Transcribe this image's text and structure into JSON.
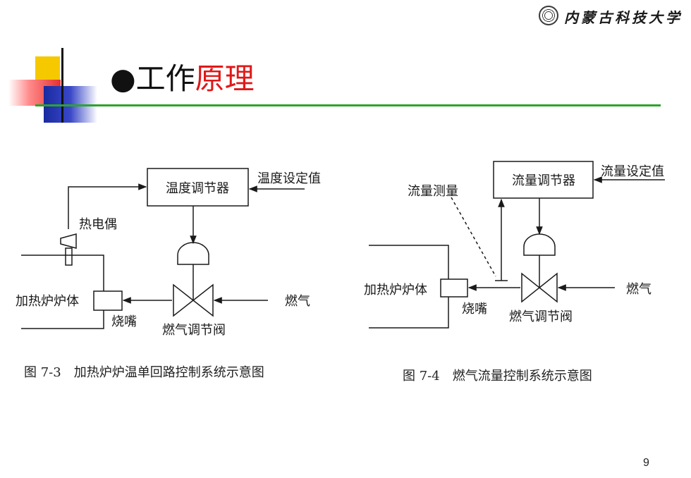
{
  "header": {
    "university_name": "内蒙古科技大学"
  },
  "slide": {
    "title_part1": "●工作",
    "title_part2": "原理",
    "page_number": "9"
  },
  "figure_left": {
    "controller": "温度调节器",
    "setpoint": "温度设定值",
    "thermocouple": "热电偶",
    "furnace": "加热炉炉体",
    "fuel": "燃气",
    "burner": "烧嘴",
    "valve": "燃气调节阀",
    "caption": "图 7-3　加热炉炉温单回路控制系统示意图"
  },
  "figure_right": {
    "controller": "流量调节器",
    "setpoint": "流量设定值",
    "measurement": "流量测量",
    "furnace": "加热炉炉体",
    "fuel": "燃气",
    "burner": "烧嘴",
    "valve": "燃气调节阀",
    "caption": "图 7-4　燃气流量控制系统示意图"
  }
}
